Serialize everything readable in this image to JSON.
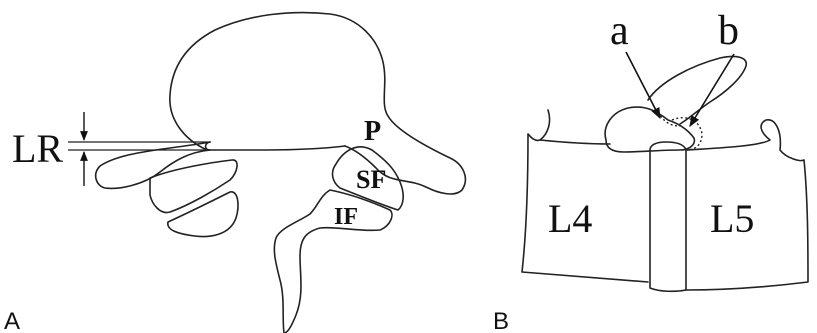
{
  "panel_a": {
    "panel_label": "A",
    "labels": {
      "lr": "LR",
      "p": "P",
      "sf": "SF",
      "if": "IF"
    }
  },
  "panel_b": {
    "panel_label": "B",
    "labels": {
      "a": "a",
      "b": "b",
      "l4": "L4",
      "l5": "L5"
    }
  }
}
